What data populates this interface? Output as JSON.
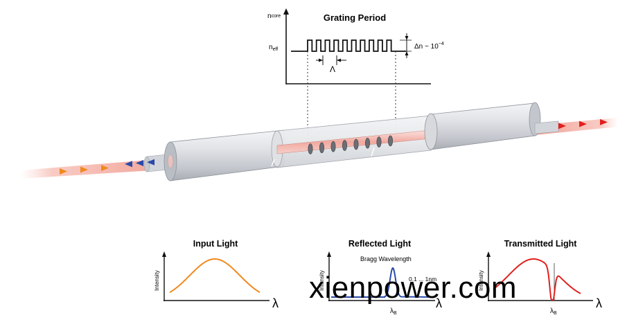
{
  "grating": {
    "title": "Grating Period",
    "y_label_core": "n",
    "y_label_core_sub": "core",
    "y_label_eff": "n",
    "y_label_eff_sub": "eff",
    "period_symbol": "Λ",
    "delta_n": "Δn ~ 10",
    "delta_n_exp": "−4"
  },
  "plots": {
    "input": {
      "title": "Input Light",
      "ylabel": "Intensity",
      "xlabel": "λ"
    },
    "reflected": {
      "title": "Reflected Light",
      "ylabel": "Intensity",
      "xlabel": "λ",
      "peak_label": "Bragg Wavelength",
      "width_label": "0.1 ... 1nm",
      "lambda_b": "λ",
      "lambda_b_sub": "B"
    },
    "transmitted": {
      "title": "Transmitted Light",
      "ylabel": "Intensity",
      "xlabel": "λ",
      "lambda_b": "λ",
      "lambda_b_sub": "B"
    }
  },
  "colors": {
    "input": "#f0891e",
    "reflected": "#2a4aa8",
    "transmitted": "#e0201e"
  },
  "watermark": "xienpower.com"
}
